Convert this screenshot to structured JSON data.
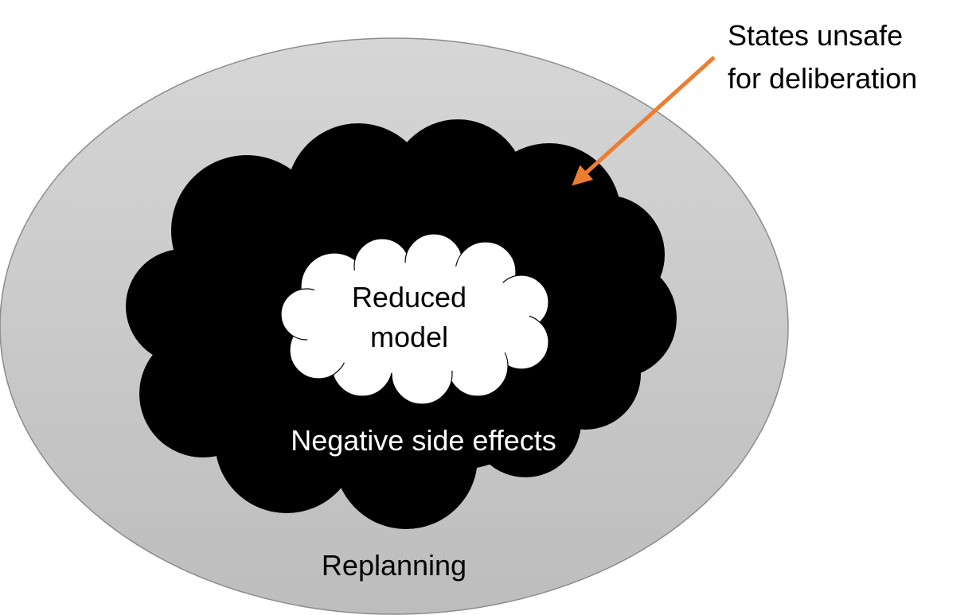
{
  "labels": {
    "outer": "Replanning",
    "middle": "Negative side effects",
    "inner_line1": "Reduced",
    "inner_line2": "model",
    "callout_line1": "States unsafe",
    "callout_line2": "for deliberation"
  },
  "colors": {
    "outer_fill_top": "#d6d6d6",
    "outer_fill_bottom": "#bdbdbd",
    "outer_stroke": "#8c8c8c",
    "middle_fill": "#000000",
    "inner_fill": "#ffffff",
    "arrow": "#ed7d31"
  }
}
